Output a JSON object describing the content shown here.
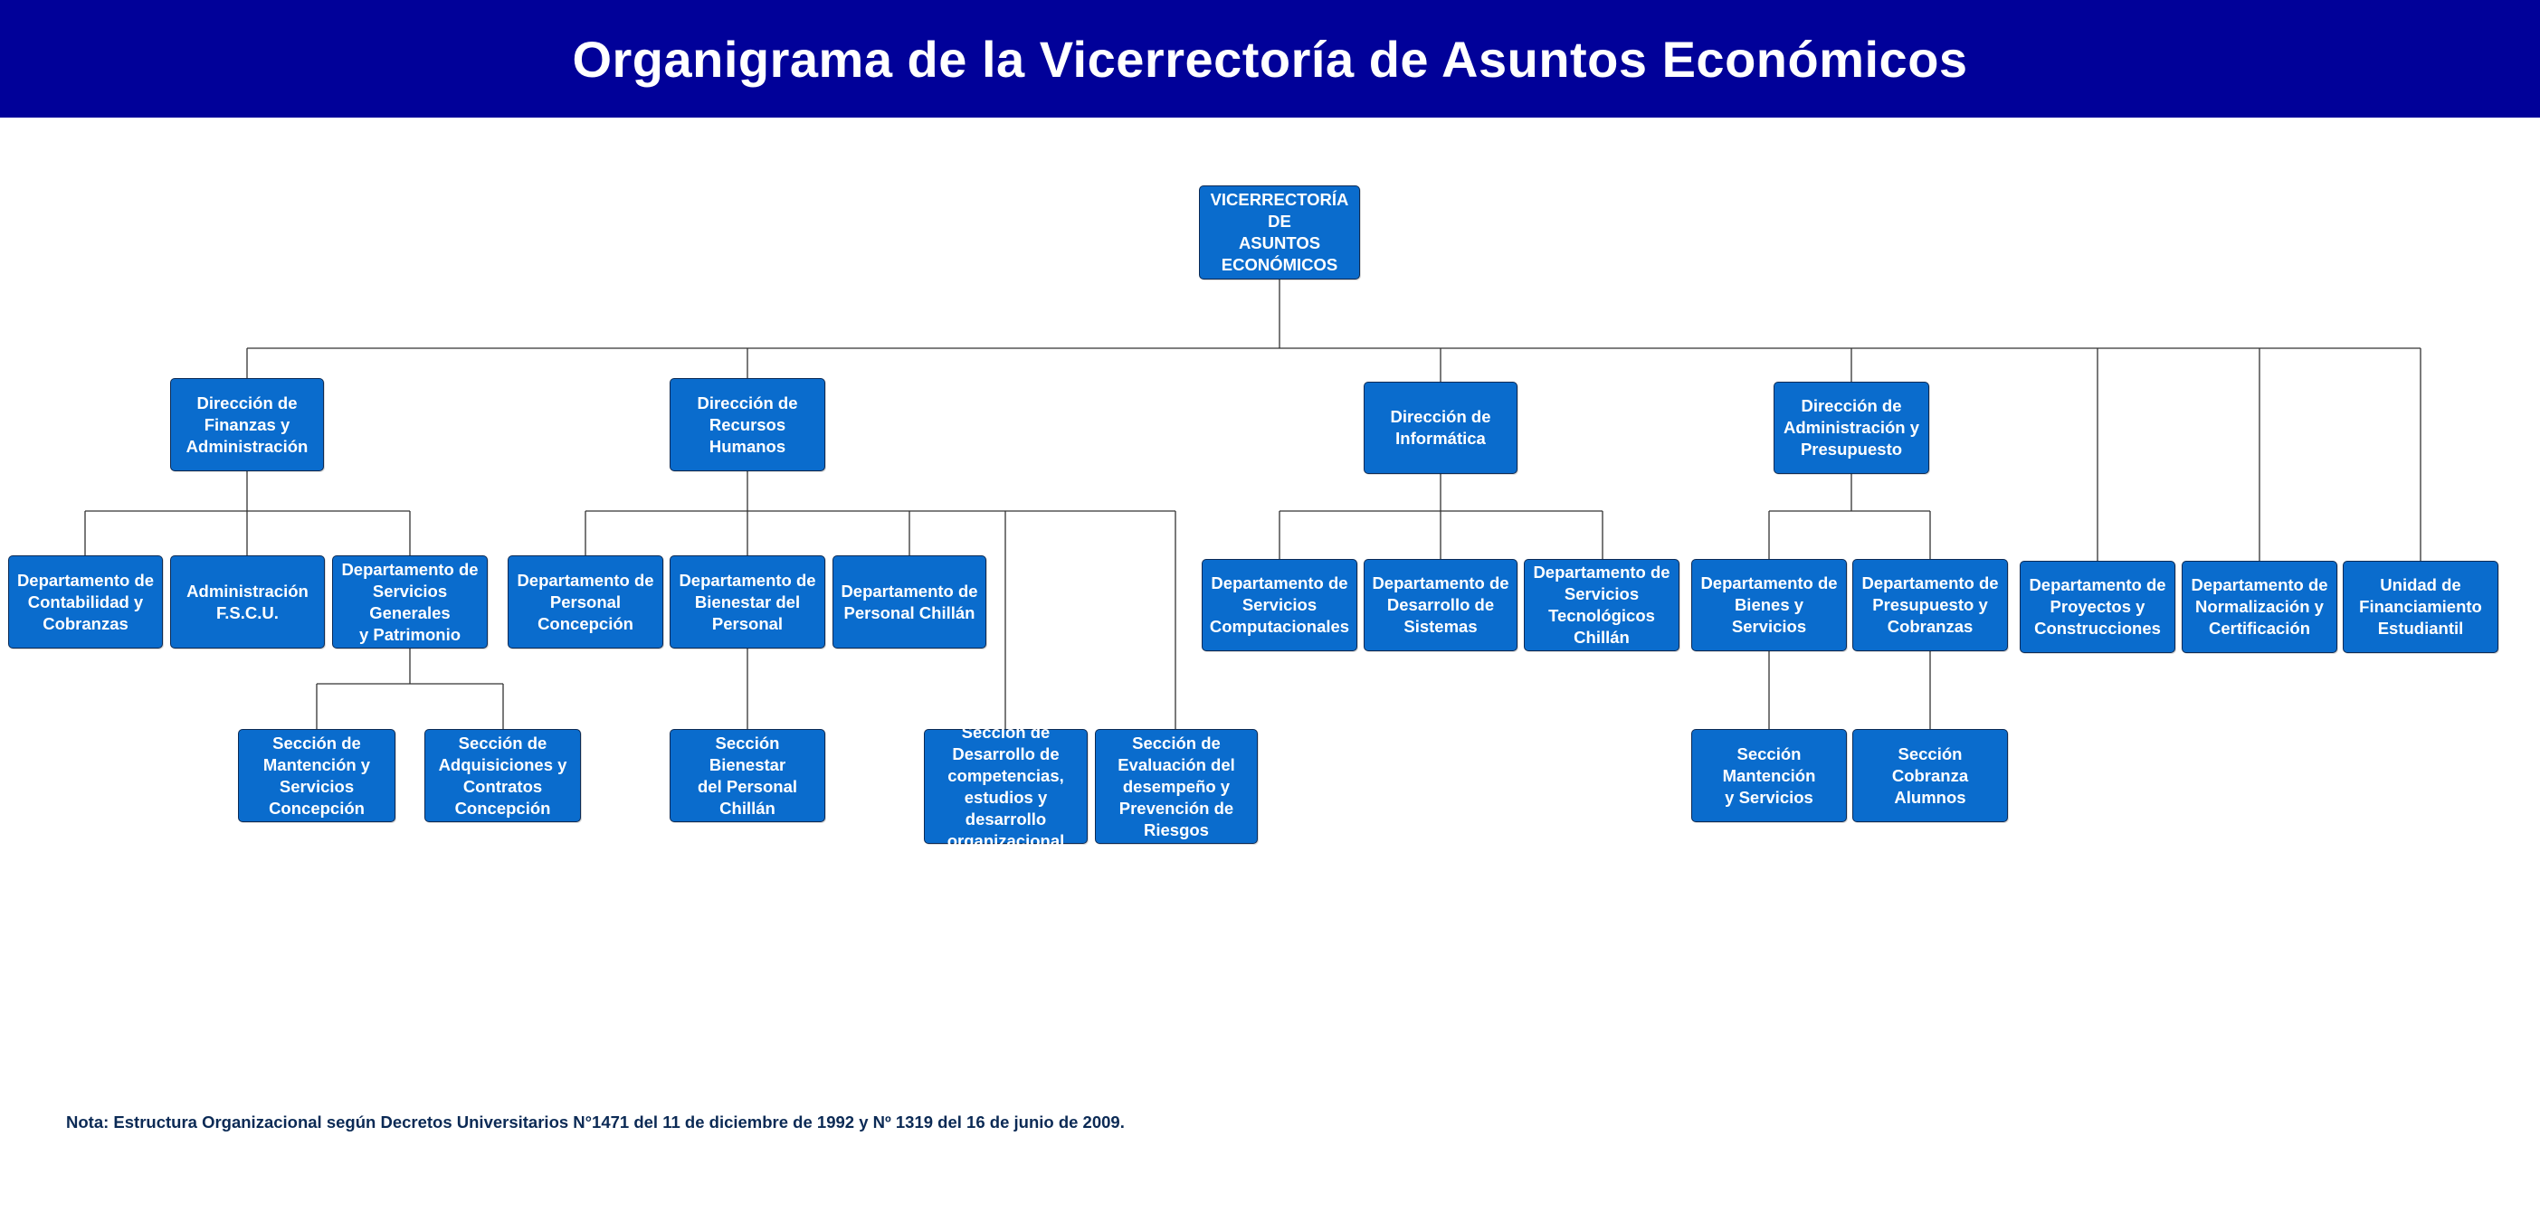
{
  "title": "Organigrama de la Vicerrectoría de Asuntos Económicos",
  "colors": {
    "header_bg": "#010199",
    "box_fill": "#0a6ccd",
    "connector": "#333333",
    "note_text": "#0b2a55"
  },
  "nodes": {
    "vrae": "VICERRECTORÍA DE\nASUNTOS\nECONÓMICOS",
    "dir_finanzas": "Dirección de\nFinanzas y\nAdministración",
    "dir_rrhh": "Dirección de\nRecursos Humanos",
    "dir_informatica": "Dirección de\nInformática",
    "dir_admin_presupuesto": "Dirección de\nAdministración y\nPresupuesto",
    "dep_proyectos": "Departamento de\nProyectos y\nConstrucciones",
    "dep_normalizacion": "Departamento de\nNormalización y\nCertificación",
    "unidad_financiamiento": "Unidad de\nFinanciamiento\nEstudiantil",
    "dep_contabilidad": "Departamento de\nContabilidad y\nCobranzas",
    "admin_fscu": "Administración\nF.S.C.U.",
    "dep_servicios_generales": "Departamento de\nServicios Generales\ny Patrimonio",
    "sec_mantencion_concepcion": "Sección de\nMantención y\nServicios\nConcepción",
    "sec_adquisiciones": "Sección de\nAdquisiciones y\nContratos\nConcepción",
    "dep_personal_concepcion": "Departamento de\nPersonal\nConcepción",
    "dep_bienestar": "Departamento de\nBienestar del\nPersonal",
    "dep_personal_chillan": "Departamento de\nPersonal Chillán",
    "sec_bienestar_chillan": "Sección Bienestar\ndel Personal Chillán",
    "sec_desarrollo_competencias": "Sección de\nDesarrollo de\ncompetencias,\nestudios y desarrollo\norganizacional",
    "sec_evaluacion_desempeno": "Sección de\nEvaluación del\ndesempeño y\nPrevención de\nRiesgos",
    "dep_servicios_computacionales": "Departamento de\nServicios\nComputacionales",
    "dep_desarrollo_sistemas": "Departamento de\nDesarrollo de\nSistemas",
    "dep_servicios_tecnologicos": "Departamento de\nServicios\nTecnológicos\nChillán",
    "dep_bienes_servicios": "Departamento de\nBienes y Servicios",
    "dep_presupuesto_cobranzas": "Departamento de\nPresupuesto y\nCobranzas",
    "sec_mantencion_servicios": "Sección Mantención\ny Servicios",
    "sec_cobranza_alumnos": "Sección Cobranza\nAlumnos"
  },
  "note": "Nota: Estructura Organizacional según Decretos Universitarios N°1471 del 11 de diciembre de 1992 y Nº 1319 del 16 de junio de 2009."
}
